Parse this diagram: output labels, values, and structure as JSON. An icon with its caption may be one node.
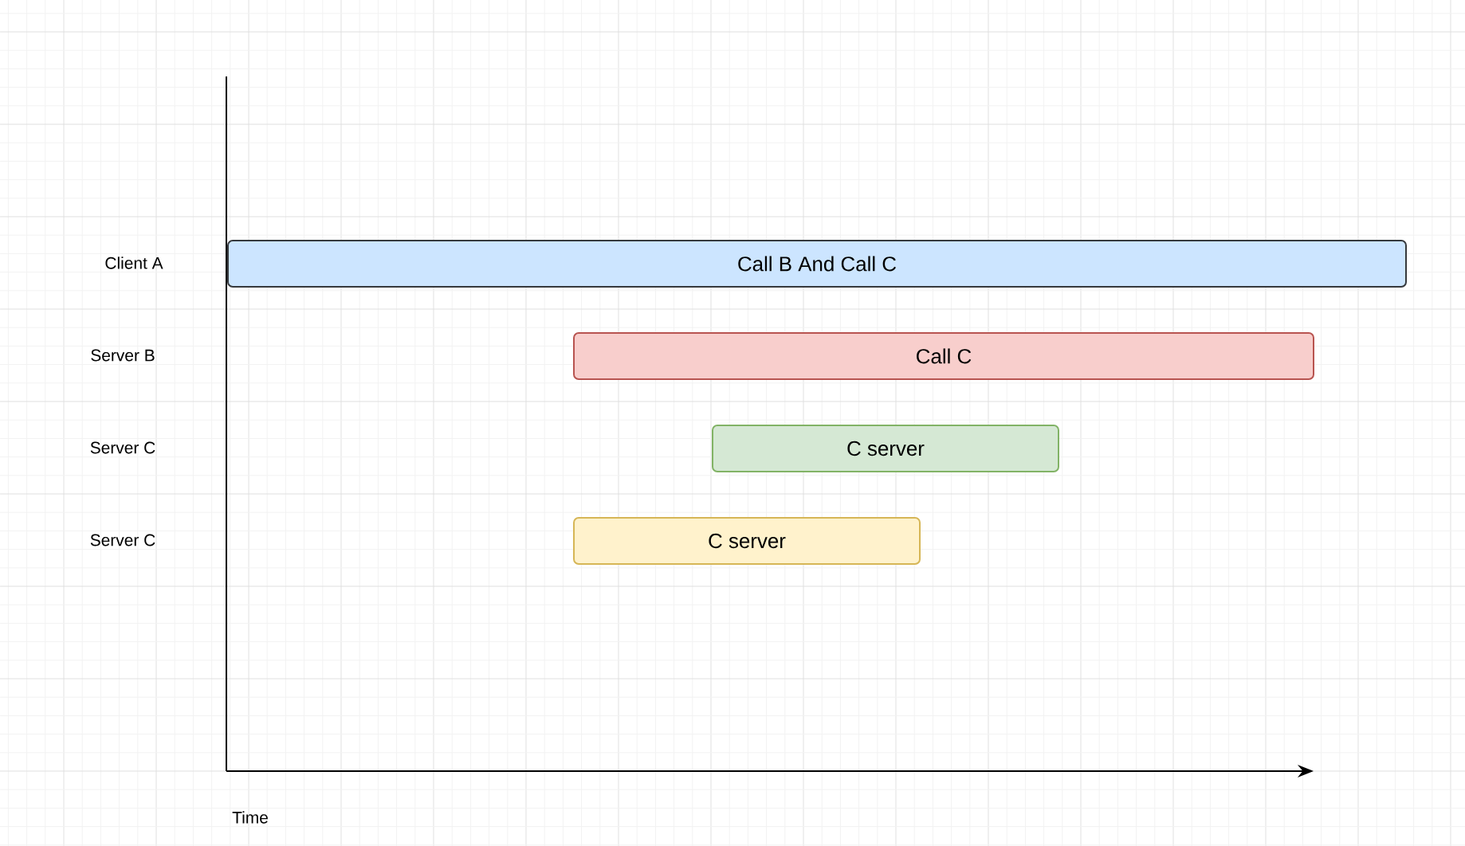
{
  "diagram": {
    "nodes": [
      {
        "text": [
          "Call B And Call C"
        ]
      },
      {
        "text": [
          "Call C"
        ]
      },
      {
        "text": [
          "C server"
        ]
      },
      {
        "text": [
          "C server"
        ]
      }
    ],
    "labels": [
      "Client A",
      "Server B",
      "Server C",
      "Server C",
      "Time"
    ]
  }
}
